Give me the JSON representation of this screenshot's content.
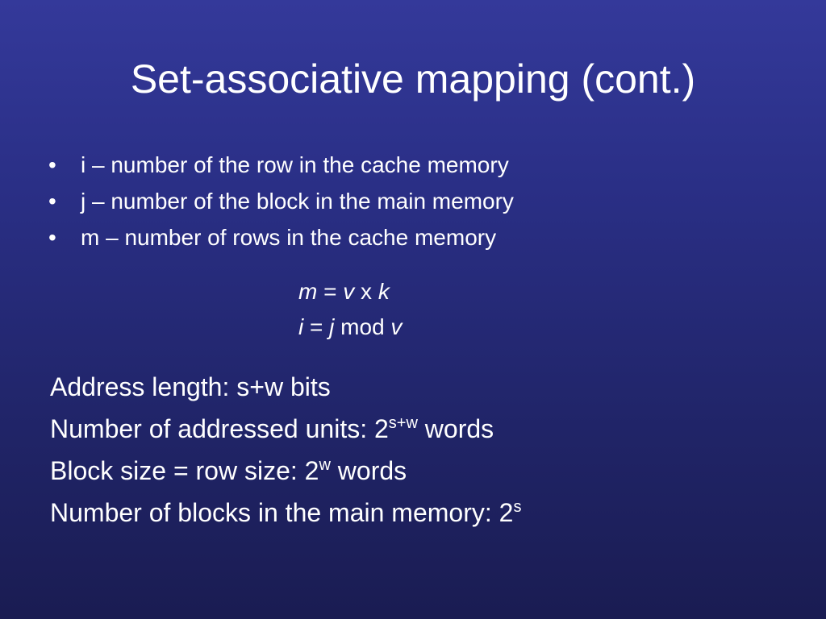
{
  "slide": {
    "title": "Set-associative mapping (cont.)",
    "bullet_symbol": "•",
    "bullets": [
      "i – number of the row in the cache memory",
      "j – number of the block in the main memory",
      "m – number of rows in the cache memory"
    ],
    "formulas": {
      "line1": {
        "a": "m",
        "eq": " = ",
        "b": "v",
        "op": " x ",
        "c": "k"
      },
      "line2": {
        "a": "i",
        "eq": " = ",
        "b": "j",
        "op": " mod ",
        "c": "v"
      }
    },
    "facts": {
      "address_length": "Address length: s+w bits",
      "addressed_units_prefix": "Number of addressed units: 2",
      "addressed_units_exp": "s+w",
      "addressed_units_suffix": " words",
      "block_size_prefix": "Block size = row size: 2",
      "block_size_exp": "w",
      "block_size_suffix": " words",
      "blocks_prefix": "Number of blocks in the main memory: 2",
      "blocks_exp": "s"
    }
  }
}
